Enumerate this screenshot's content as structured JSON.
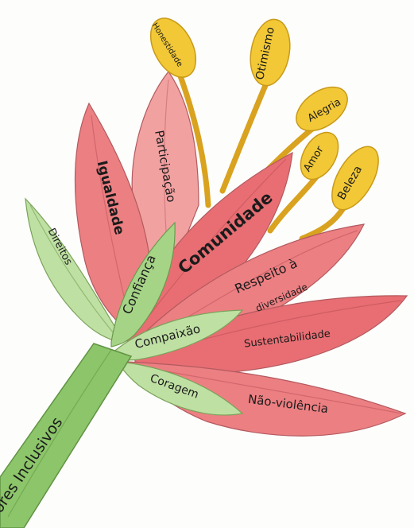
{
  "labels": {
    "stem": "Valores Inclusivos",
    "direitos": "Direitos",
    "igualdade": "Igualdade",
    "participacao": "Participação",
    "confianca": "Confiança",
    "comunidade": "Comunidade",
    "compaixao": "Compaixão",
    "coragem": "Coragem",
    "respeito_line1": "Respeito à",
    "respeito_line2": "diversidade",
    "sustentabilidade": "Sustentabilidade",
    "naoviolencia": "Não-violência",
    "honestidade": "Honestidade",
    "otimismo": "Otimismo",
    "alegria": "Alegria",
    "amor": "Amor",
    "beleza": "Beleza"
  },
  "colors": {
    "petal": "#ec7f82",
    "leaf": "#bfe0a3",
    "stem": "#8cc56a",
    "anther": "#f2c836"
  }
}
